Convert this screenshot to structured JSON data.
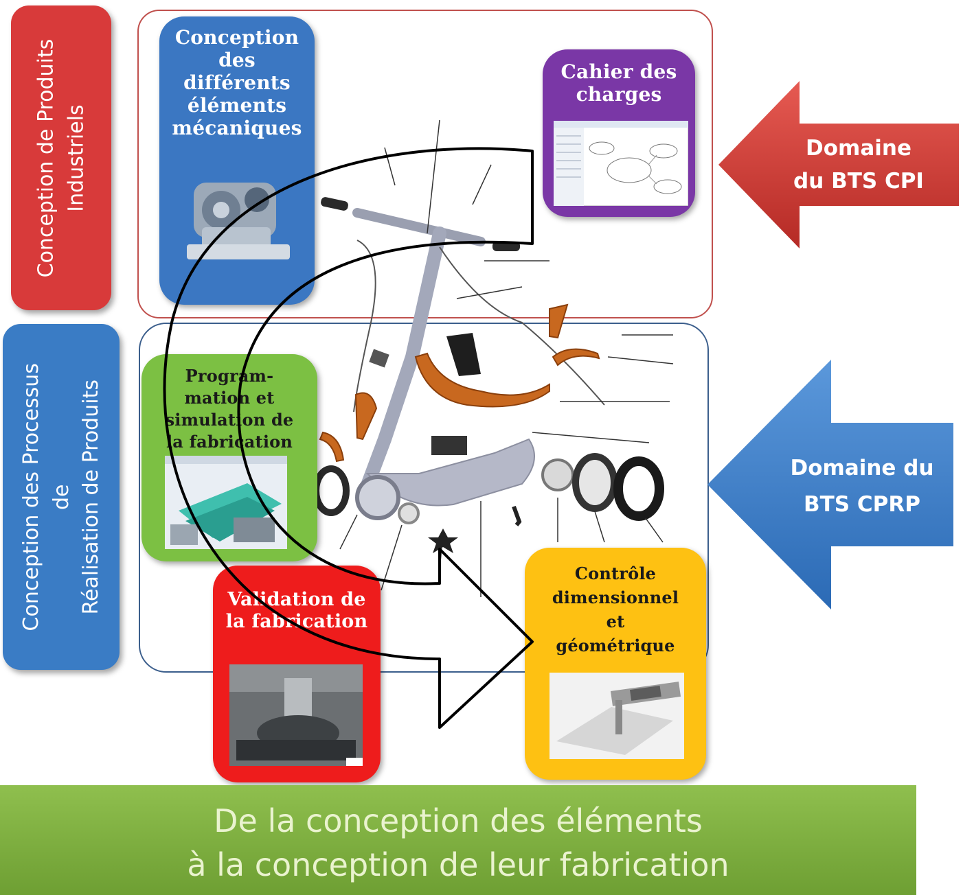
{
  "side_labels": {
    "cpi_lines": [
      "Conception de Produits",
      "Industriels"
    ],
    "cprp_lines": [
      "Conception des Processus",
      "de",
      "Réalisation de Produits"
    ]
  },
  "cards": {
    "conception": "Conception des différents éléments mécaniques",
    "cahier": "Cahier des charges",
    "programmation_lines": [
      "Program-",
      "mation et",
      "simulation de",
      "la fabrication"
    ],
    "validation": "Validation de la fabrication",
    "controle": "Contrôle dimensionnel et géométrique"
  },
  "arrows": {
    "cpi_lines": [
      "Domaine",
      "du BTS CPI"
    ],
    "cprp_lines": [
      "Domaine du",
      "BTS CPRP"
    ]
  },
  "banner_lines": [
    "De la conception des éléments",
    "à la conception de leur fabrication"
  ],
  "colors": {
    "cpi_red": "#d83a3a",
    "cprp_blue": "#3a7cc5",
    "purple": "#7a37a6",
    "green": "#7cc043",
    "validation_red": "#ee1c1c",
    "yellow": "#fec112",
    "banner_green": "#7aab3d",
    "scooter_orange": "#c8681f"
  },
  "icons": [
    "scooter-exploded-view",
    "engine-block-image",
    "spec-sheet-screenshot",
    "simulation-screenshot",
    "machining-photo",
    "caliper-photo",
    "curved-flow-arrow"
  ]
}
